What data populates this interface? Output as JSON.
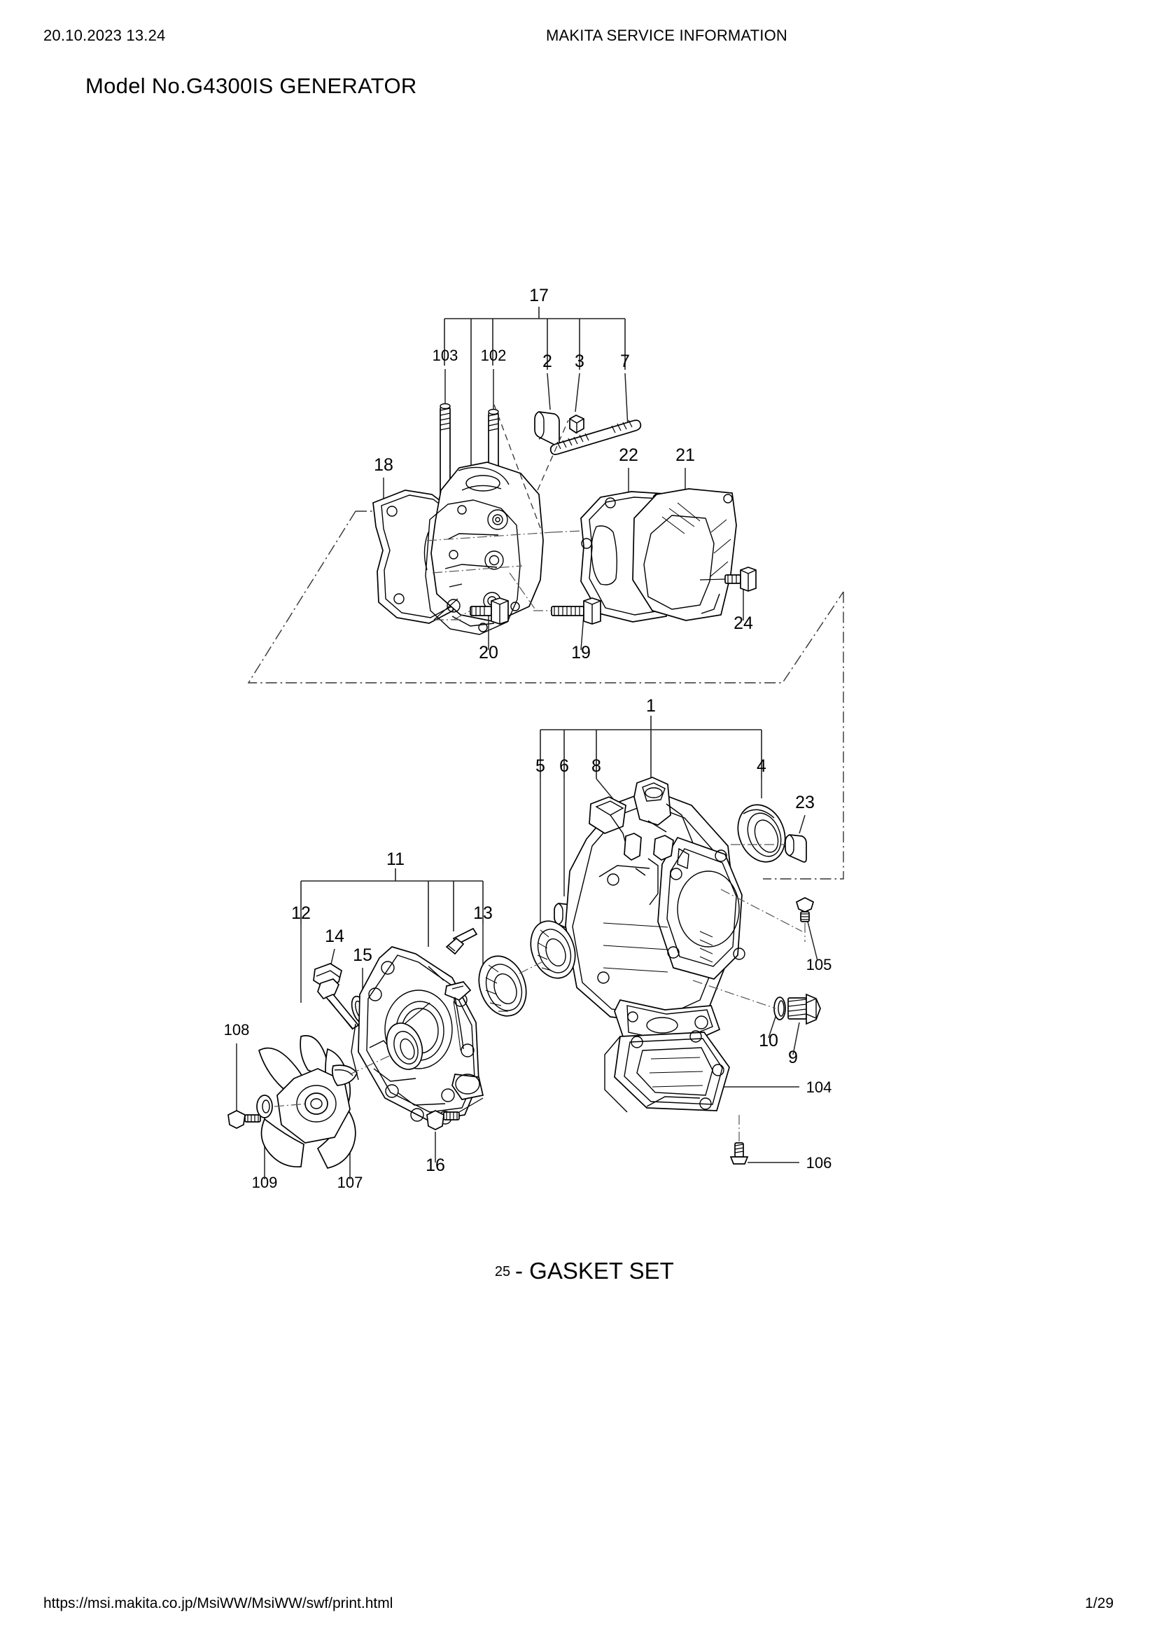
{
  "header": {
    "date": "20.10.2023 13.24",
    "title": "MAKITA SERVICE INFORMATION",
    "model_line": "Model No.G4300IS  GENERATOR"
  },
  "footer": {
    "url": "https://msi.makita.co.jp/MsiWW/MsiWW/swf/print.html",
    "page": "1/29"
  },
  "diagram": {
    "note_index": "25",
    "note_text": "- GASKET SET",
    "callouts": {
      "c1": "1",
      "c2": "2",
      "c3": "3",
      "c4": "4",
      "c5": "5",
      "c6": "6",
      "c7": "7",
      "c8": "8",
      "c9": "9",
      "c10": "10",
      "c11": "11",
      "c12": "12",
      "c13": "13",
      "c14": "14",
      "c15": "15",
      "c16": "16",
      "c17": "17",
      "c18": "18",
      "c19": "19",
      "c20": "20",
      "c21": "21",
      "c22": "22",
      "c23": "23",
      "c24": "24",
      "c102": "102",
      "c103": "103",
      "c104": "104",
      "c105": "105",
      "c106": "106",
      "c107": "107",
      "c108": "108",
      "c109": "109"
    }
  },
  "colors": {
    "ink": "#000000",
    "paper": "#ffffff",
    "construction_line": "#333333"
  }
}
